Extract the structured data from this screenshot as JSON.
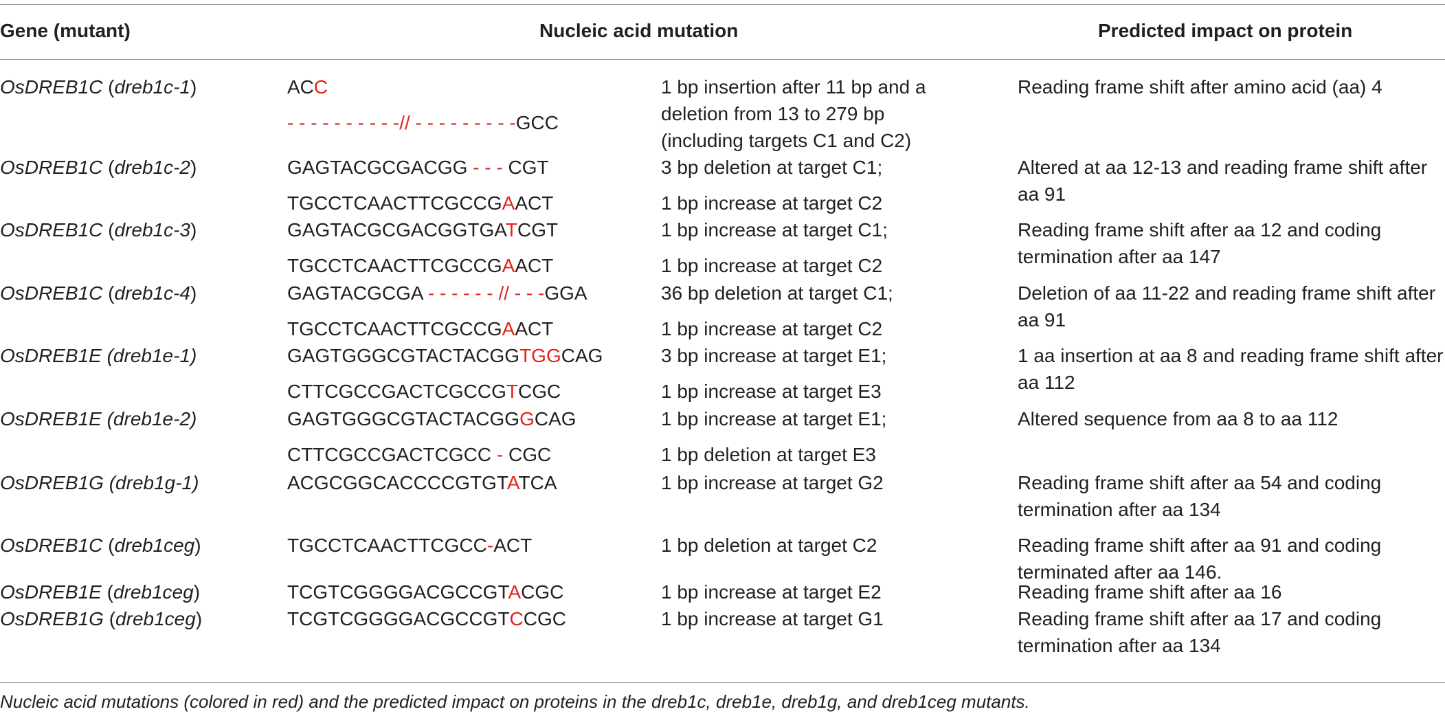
{
  "headers": {
    "gene": "Gene (mutant)",
    "nucleic": "Nucleic acid mutation",
    "impact": "Predicted impact on protein"
  },
  "rows": [
    {
      "gene": "OsDREB1C",
      "mutant": "dreb1c-1",
      "mutant_italic_gene_only": true,
      "seq": [
        [
          {
            "t": "AC"
          },
          {
            "t": "C",
            "red": true
          }
        ],
        [
          {
            "t": "- - - - - - - - - -// - - - - - - - - -",
            "red": true
          },
          {
            "t": "GCC"
          }
        ]
      ],
      "mutation": [
        "1 bp insertion after 11 bp and a",
        "deletion from 13 to 279 bp",
        "(including targets C1 and C2)"
      ],
      "impact": [
        "Reading frame shift after amino acid (aa) 4"
      ]
    },
    {
      "gene": "OsDREB1C",
      "mutant": "dreb1c-2",
      "seq": [
        [
          {
            "t": "GAGTACGCGACGG "
          },
          {
            "t": "- - -",
            "red": true
          },
          {
            "t": " CGT"
          }
        ],
        [
          {
            "t": "TGCCTCAACTTCGCCG"
          },
          {
            "t": "A",
            "red": true
          },
          {
            "t": "ACT"
          }
        ]
      ],
      "mutation": [
        "3 bp deletion at target C1;",
        "1 bp increase at target C2"
      ],
      "impact": [
        "Altered at aa 12-13 and reading frame shift after",
        "aa 91"
      ]
    },
    {
      "gene": "OsDREB1C",
      "mutant": "dreb1c-3",
      "seq": [
        [
          {
            "t": "GAGTACGCGACGGTGA"
          },
          {
            "t": "T",
            "red": true
          },
          {
            "t": "CGT"
          }
        ],
        [
          {
            "t": "TGCCTCAACTTCGCCG"
          },
          {
            "t": "A",
            "red": true
          },
          {
            "t": "ACT"
          }
        ]
      ],
      "mutation": [
        "1 bp increase at target C1;",
        "1 bp increase at target C2"
      ],
      "impact": [
        "Reading frame shift after aa 12 and coding",
        "termination after aa 147"
      ]
    },
    {
      "gene": "OsDREB1C",
      "mutant": "dreb1c-4",
      "seq": [
        [
          {
            "t": "GAGTACGCGA "
          },
          {
            "t": "- - - - - - // - - -",
            "red": true
          },
          {
            "t": "GGA"
          }
        ],
        [
          {
            "t": "TGCCTCAACTTCGCCG"
          },
          {
            "t": "A",
            "red": true
          },
          {
            "t": "ACT"
          }
        ]
      ],
      "mutation": [
        "36 bp deletion at target C1;",
        "1 bp increase at target C2"
      ],
      "impact": [
        "Deletion of aa 11-22 and reading frame shift after",
        "aa 91"
      ]
    },
    {
      "gene": "OsDREB1E",
      "mutant": "dreb1e-1",
      "all_italic": true,
      "seq": [
        [
          {
            "t": "GAGTGGGCGTACTACGG"
          },
          {
            "t": "TGG",
            "red": true
          },
          {
            "t": "CAG"
          }
        ],
        [
          {
            "t": "CTTCGCCGACTCGCCG"
          },
          {
            "t": "T",
            "red": true
          },
          {
            "t": "CGC"
          }
        ]
      ],
      "mutation": [
        "3 bp increase at target E1;",
        "1 bp increase at target E3"
      ],
      "impact": [
        "1 aa insertion at aa 8 and reading frame shift after",
        "aa 112"
      ]
    },
    {
      "gene": "OsDREB1E",
      "mutant": "dreb1e-2",
      "all_italic": true,
      "seq": [
        [
          {
            "t": "GAGTGGGCGTACTACGG"
          },
          {
            "t": "G",
            "red": true
          },
          {
            "t": "CAG"
          }
        ],
        [
          {
            "t": "CTTCGCCGACTCGCC "
          },
          {
            "t": "-",
            "red": true
          },
          {
            "t": " CGC"
          }
        ]
      ],
      "mutation": [
        "1 bp increase at target E1;",
        "1 bp deletion at target E3"
      ],
      "impact": [
        "Altered sequence from aa 8 to aa 112"
      ]
    },
    {
      "gene": "OsDREB1G",
      "mutant": "dreb1g-1",
      "all_italic": true,
      "seq": [
        [
          {
            "t": "ACGCGGCACCCCGTGT"
          },
          {
            "t": "A",
            "red": true
          },
          {
            "t": "TCA"
          }
        ]
      ],
      "mutation": [
        "1 bp increase at target G2"
      ],
      "impact": [
        "Reading frame shift after aa 54 and coding",
        "termination after aa 134"
      ]
    },
    {
      "gene": "OsDREB1C",
      "mutant": "dreb1ceg",
      "seq": [
        [
          {
            "t": "TGCCTCAACTTCGCC"
          },
          {
            "t": "-",
            "red": true
          },
          {
            "t": "ACT"
          }
        ]
      ],
      "mutation": [
        "1 bp deletion at target C2"
      ],
      "impact": [
        "Reading frame shift after aa 91 and coding",
        "terminated after aa 146."
      ]
    },
    {
      "gene": "OsDREB1E",
      "mutant": "dreb1ceg",
      "seq": [
        [
          {
            "t": "TCGTCGGGGACGCCGT"
          },
          {
            "t": "A",
            "red": true
          },
          {
            "t": "CGC"
          }
        ]
      ],
      "mutation": [
        "1 bp increase at target E2"
      ],
      "impact": [
        "Reading frame shift after aa 16"
      ]
    },
    {
      "gene": "OsDREB1G",
      "mutant": "dreb1ceg",
      "seq": [
        [
          {
            "t": "TCGTCGGGGACGCCGT"
          },
          {
            "t": "C",
            "red": true
          },
          {
            "t": "CGC"
          }
        ]
      ],
      "mutation": [
        "1 bp increase at target G1"
      ],
      "impact": [
        "Reading frame shift after aa 17 and coding",
        "termination after aa 134"
      ]
    }
  ],
  "caption": "Nucleic acid mutations (colored in red) and the predicted impact on proteins in the dreb1c, dreb1e, dreb1g, and dreb1ceg mutants.",
  "colors": {
    "mutation_highlight": "#e2231a",
    "text": "#231f20",
    "rule": "#9a9a9a"
  }
}
